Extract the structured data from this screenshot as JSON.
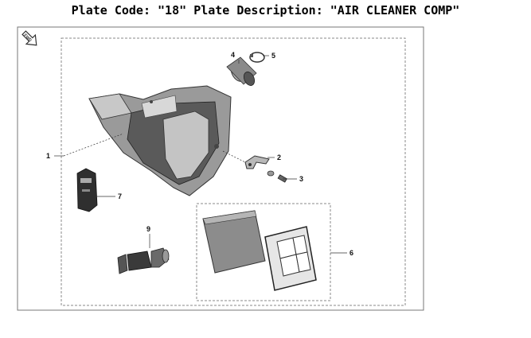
{
  "header": {
    "plate_code_label": "Plate Code:",
    "plate_code": "\"18\"",
    "plate_description_label": "Plate Description:",
    "plate_description": "\"AIR CLEANER COMP\""
  },
  "diagram": {
    "fwd_badge": "FWD",
    "callouts": [
      "1",
      "2",
      "3",
      "4",
      "5",
      "6",
      "7",
      "9"
    ],
    "colors": {
      "frame": "#666666",
      "part_dark": "#3a3a3a",
      "part_mid": "#8a8a8a",
      "part_light": "#d0d0d0"
    }
  }
}
